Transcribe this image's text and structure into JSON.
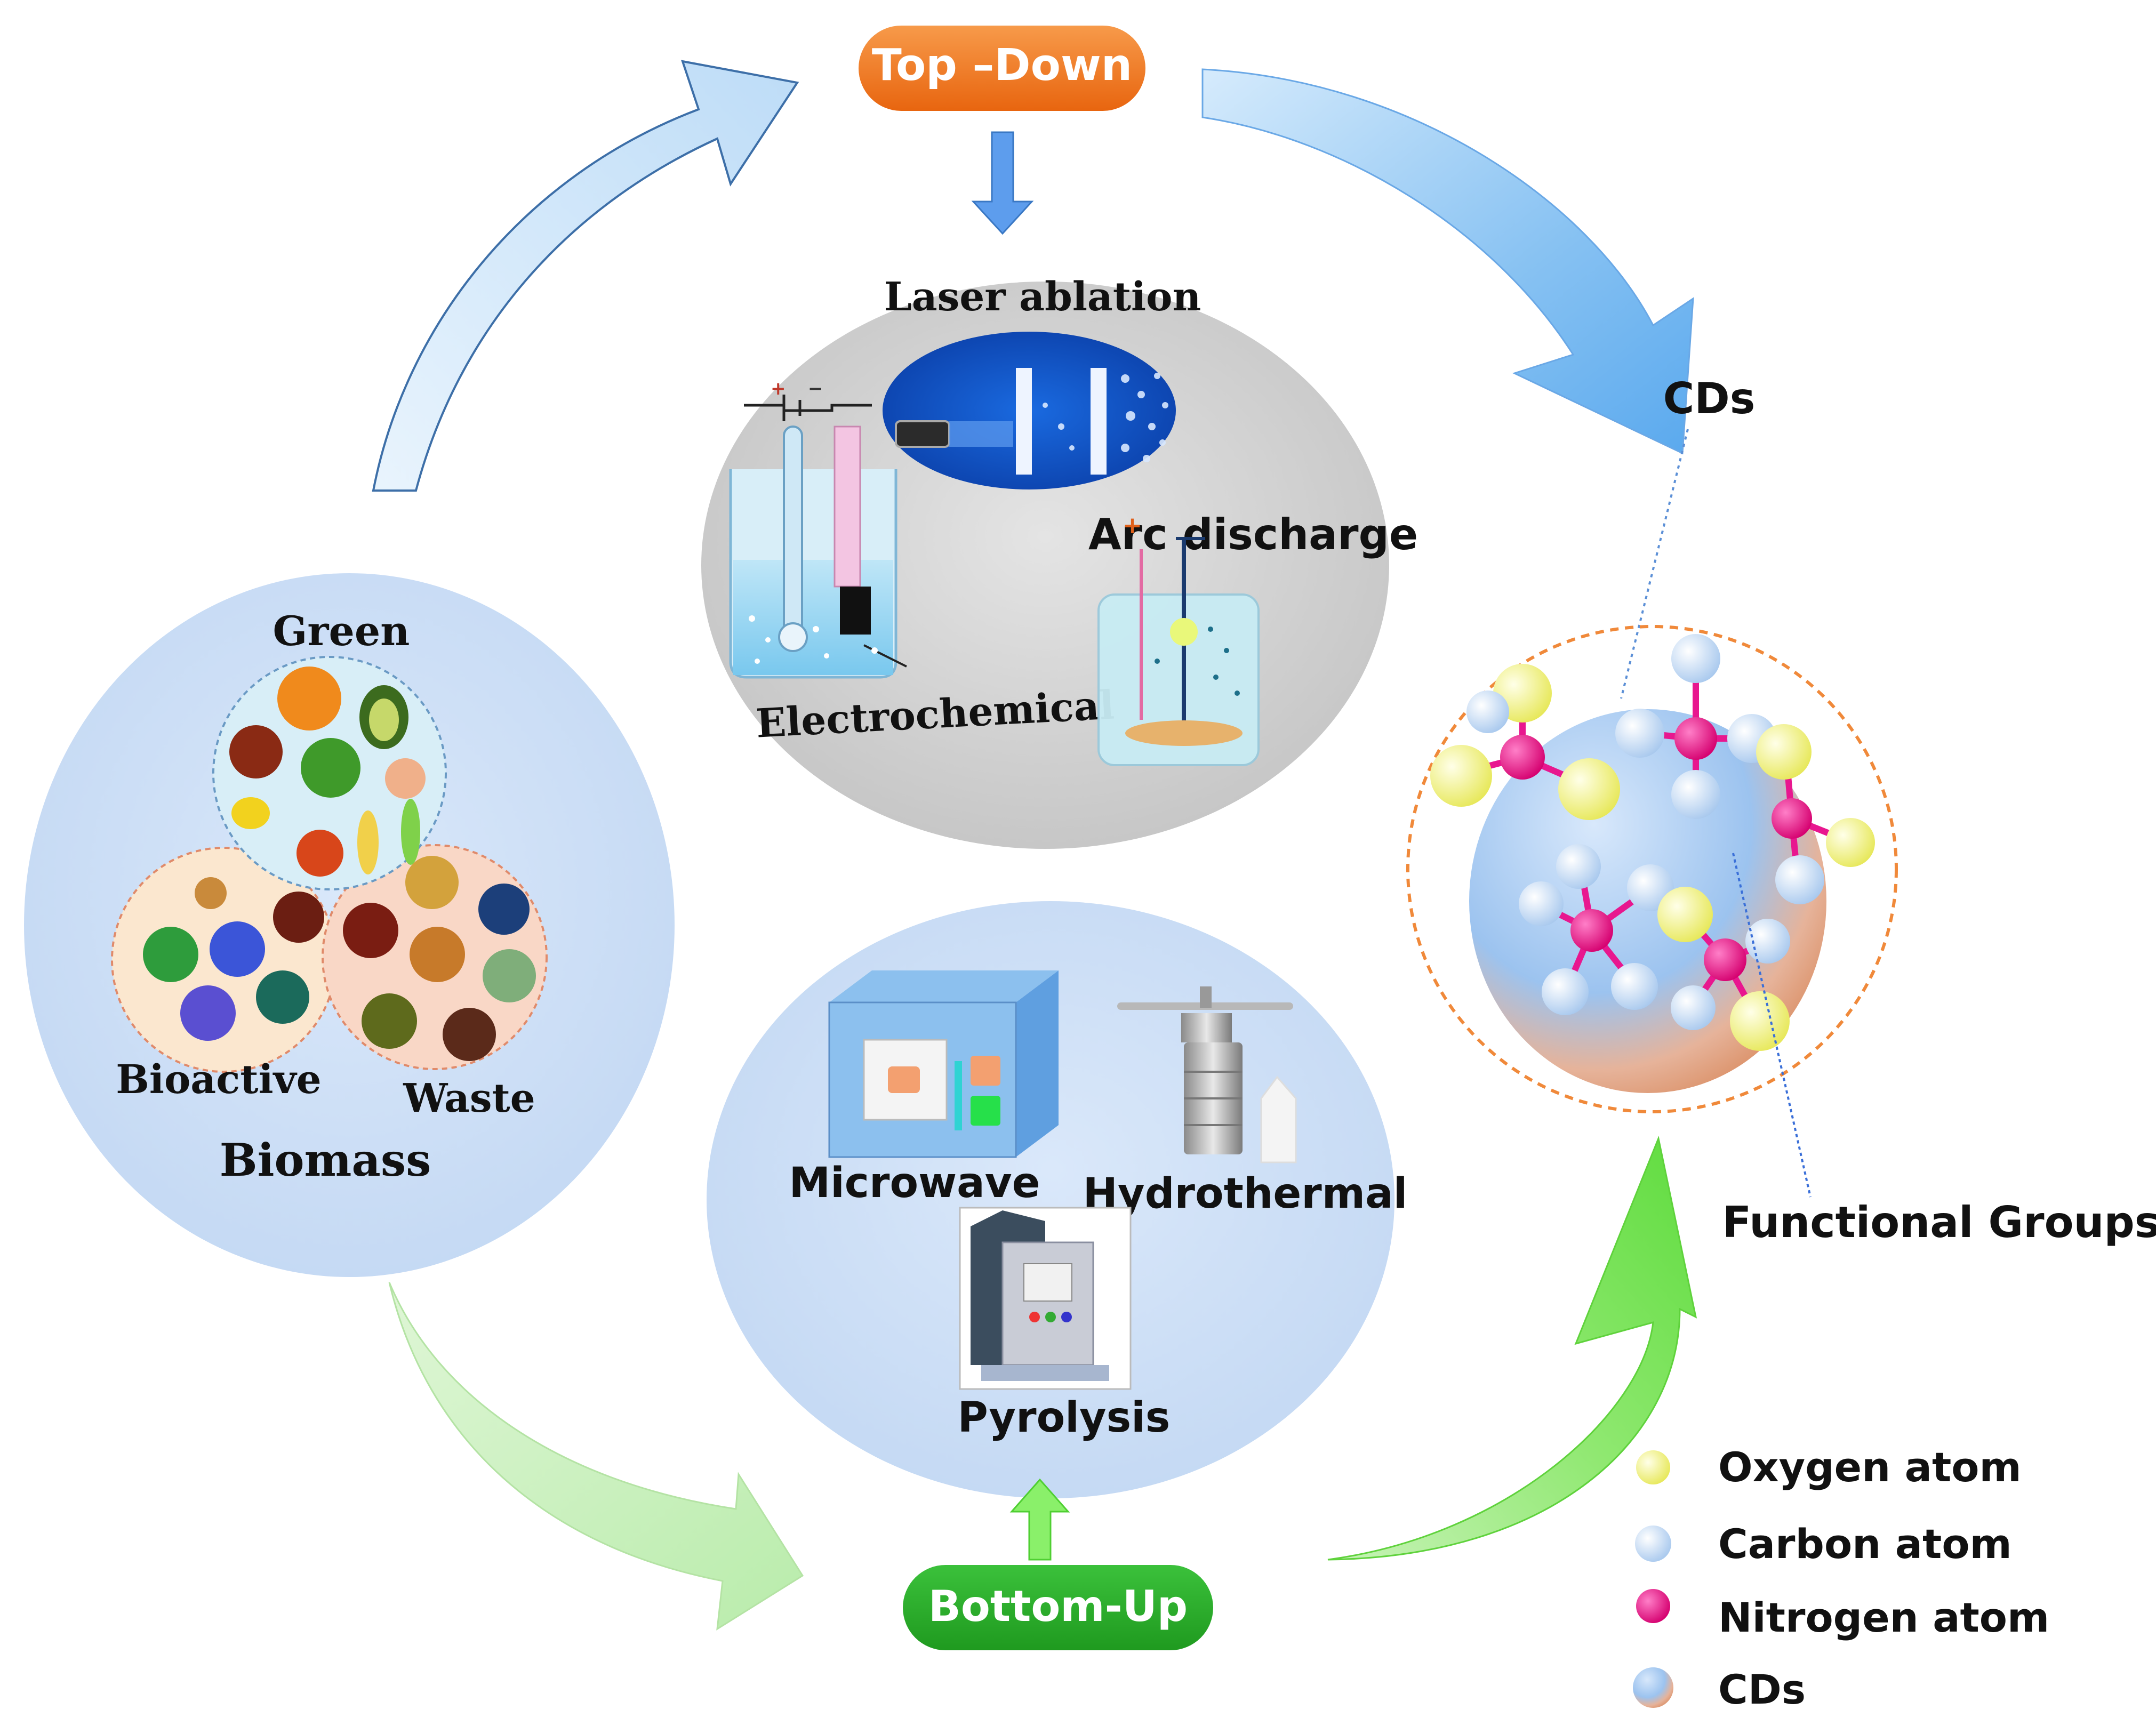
{
  "flow": {
    "top_down": "Top –Down",
    "bottom_up": "Bottom-Up",
    "product": "CDs"
  },
  "biomass": {
    "title": "Biomass",
    "green": "Green",
    "bioactive": "Bioactive",
    "waste": "Waste"
  },
  "top_down_methods": {
    "laser": "Laser ablation",
    "arc": "Arc discharge",
    "electrochemical": "Electrochemical"
  },
  "bottom_up_methods": {
    "microwave": "Microwave",
    "hydrothermal": "Hydrothermal",
    "pyrolysis": "Pyrolysis"
  },
  "particle": {
    "functional_groups": "Functional Groups"
  },
  "legend": {
    "items": [
      {
        "label": "Oxygen atom",
        "color": "#f4f58a"
      },
      {
        "label": "Carbon atom",
        "color": "#cfe4fa"
      },
      {
        "label": "Nitrogen atom",
        "color": "#e8178f"
      },
      {
        "label": "CDs",
        "color": "#e9a07a"
      }
    ]
  },
  "colors": {
    "top_down_badge": "#f07a24",
    "bottom_up_badge": "#2aa82a",
    "biomass_disc": "#cfe0f7",
    "top_disc": "#d2d2d2",
    "bottom_disc": "#cfe0f7",
    "arrow_blue": "#7ab8ef",
    "arrow_green": "#7de35f"
  }
}
